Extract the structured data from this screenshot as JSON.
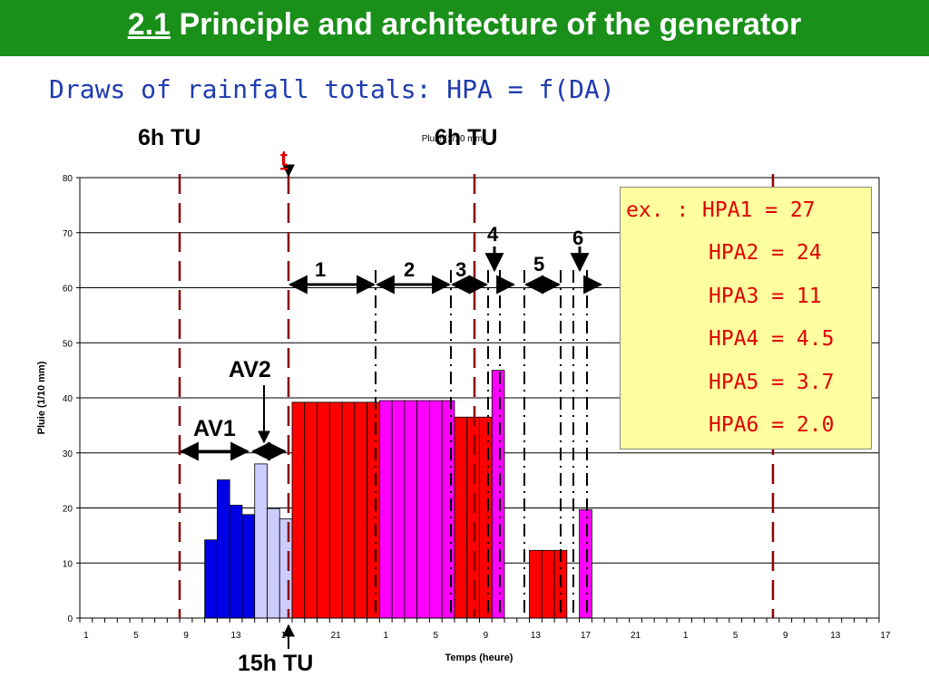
{
  "header": {
    "number": "2.1",
    "title": "Principle and architecture of the generator"
  },
  "subtitle": "Draws of rainfall totals: HPA = f(DA)",
  "colors": {
    "header_bg": "#1a8f1a",
    "blue": "#0000e6",
    "lavender": "#ccccff",
    "red": "#ff0000",
    "magenta": "#ff00ff",
    "dashed_line": "#8b0000",
    "box_bg": "#ffffa0",
    "box_text": "#e00000"
  },
  "annotations": {
    "tu_left": "6h TU",
    "tu_right": "6h TU",
    "t_marker": "t",
    "tu_bottom": "15h TU",
    "av1": "AV1",
    "av2": "AV2",
    "seg": [
      "1",
      "2",
      "3",
      "4",
      "5",
      "6"
    ]
  },
  "hpa_box": {
    "prefix": "ex. :",
    "lines": [
      "HPA1 = 27",
      "HPA2 = 24",
      "HPA3 = 11",
      "HPA4 = 4.5",
      "HPA5 = 3.7",
      "HPA6 = 2.0"
    ]
  },
  "chart_data": {
    "type": "bar",
    "title": "Pluie (1/10 mm)",
    "xlabel": "Temps (heure)",
    "ylabel": "Pluie (1/10 mm)",
    "ylim": [
      0,
      80
    ],
    "yticks": [
      0,
      10,
      20,
      30,
      40,
      50,
      60,
      70,
      80
    ],
    "xtick_labels": [
      "1",
      "5",
      "9",
      "13",
      "17",
      "21",
      "1",
      "5",
      "9",
      "13",
      "17",
      "21",
      "1",
      "5",
      "9",
      "13",
      "17"
    ],
    "grid": true,
    "n_slots": 64,
    "bars": [
      {
        "slot": 10,
        "value": 14.2,
        "color": "blue"
      },
      {
        "slot": 11,
        "value": 25.1,
        "color": "blue"
      },
      {
        "slot": 12,
        "value": 20.5,
        "color": "blue"
      },
      {
        "slot": 13,
        "value": 18.8,
        "color": "blue"
      },
      {
        "slot": 14,
        "value": 28,
        "color": "lavender"
      },
      {
        "slot": 15,
        "value": 19.9,
        "color": "lavender"
      },
      {
        "slot": 16,
        "value": 18,
        "color": "lavender"
      },
      {
        "slot": 17,
        "value": 39.2,
        "color": "red"
      },
      {
        "slot": 18,
        "value": 39.2,
        "color": "red"
      },
      {
        "slot": 19,
        "value": 39.2,
        "color": "red"
      },
      {
        "slot": 20,
        "value": 39.2,
        "color": "red"
      },
      {
        "slot": 21,
        "value": 39.2,
        "color": "red"
      },
      {
        "slot": 22,
        "value": 39.2,
        "color": "red"
      },
      {
        "slot": 23,
        "value": 39.2,
        "color": "red"
      },
      {
        "slot": 24,
        "value": 39.5,
        "color": "magenta"
      },
      {
        "slot": 25,
        "value": 39.5,
        "color": "magenta"
      },
      {
        "slot": 26,
        "value": 39.5,
        "color": "magenta"
      },
      {
        "slot": 27,
        "value": 39.5,
        "color": "magenta"
      },
      {
        "slot": 28,
        "value": 39.5,
        "color": "magenta"
      },
      {
        "slot": 29,
        "value": 39.5,
        "color": "magenta"
      },
      {
        "slot": 30,
        "value": 36.5,
        "color": "red"
      },
      {
        "slot": 31,
        "value": 36.5,
        "color": "red"
      },
      {
        "slot": 32,
        "value": 36.5,
        "color": "red"
      },
      {
        "slot": 33,
        "value": 45,
        "color": "magenta"
      },
      {
        "slot": 36,
        "value": 12.3,
        "color": "red"
      },
      {
        "slot": 37,
        "value": 12.3,
        "color": "red"
      },
      {
        "slot": 38,
        "value": 12.3,
        "color": "red"
      },
      {
        "slot": 40,
        "value": 19.7,
        "color": "magenta"
      }
    ]
  }
}
